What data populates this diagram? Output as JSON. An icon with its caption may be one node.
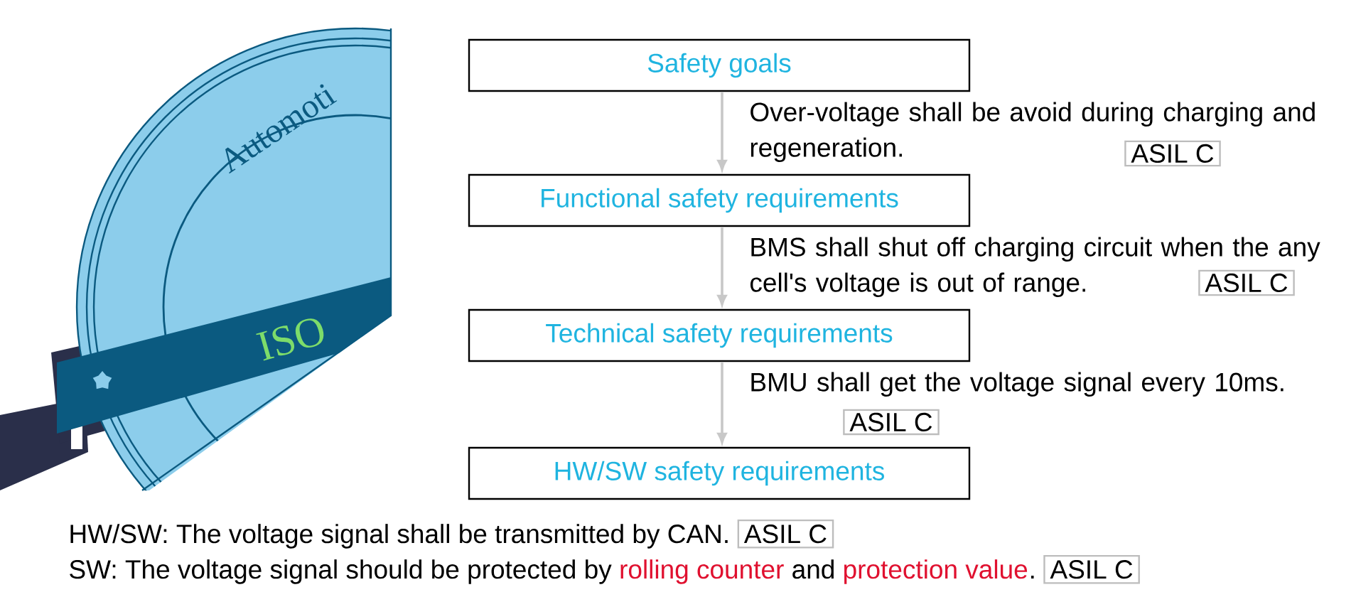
{
  "diagram": {
    "nodes": [
      {
        "text": [
          "Safety goals"
        ]
      },
      {
        "text": [
          "Functional safety requirements"
        ]
      },
      {
        "text": [
          "Technical safety requirements"
        ]
      },
      {
        "text": [
          "HW/SW safety requirements"
        ]
      },
      {
        "text": [
          "ASIL C"
        ]
      },
      {
        "text": [
          "ASIL C"
        ]
      },
      {
        "text": [
          "ASIL C"
        ]
      },
      {
        "text": [
          "ASIL C"
        ]
      },
      {
        "text": [
          "ASIL C"
        ]
      }
    ],
    "edges": [
      {
        "from": 0,
        "to": 1,
        "arrow": "to",
        "label": "Over-voltage shall be avoid during charging and regeneration."
      },
      {
        "from": 1,
        "to": 2,
        "arrow": "to",
        "label": "BMS shall shut off charging circuit when the any cell's voltage is out of range."
      },
      {
        "from": 2,
        "to": 3,
        "arrow": "to",
        "label": "BMU shall get the voltage signal every 10ms."
      }
    ],
    "labels": [
      "Automoti",
      "ISO",
      "HW/SW: The voltage signal shall be transmitted by CAN.",
      "SW: The voltage signal should be protected by",
      "rolling counter",
      "and",
      "protection value",
      "."
    ]
  }
}
